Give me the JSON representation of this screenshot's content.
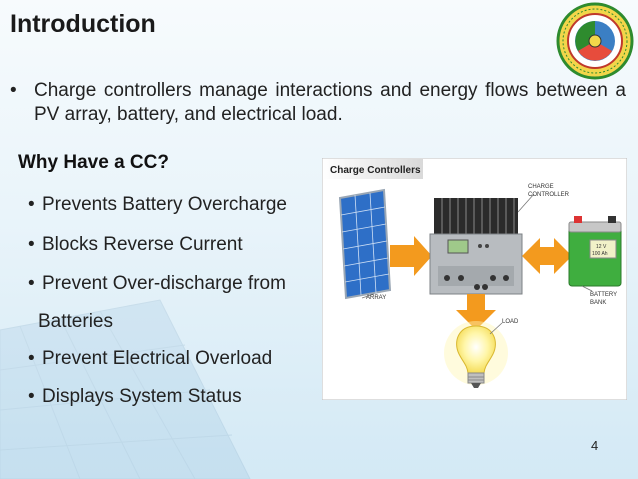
{
  "slide": {
    "title": "Introduction",
    "main_bullet": "Charge controllers manage interactions and energy flows between a PV array, battery, and electrical load.",
    "subheading": "Why Have a CC?",
    "reasons": [
      "Prevents Battery Overcharge",
      "Blocks Reverse Current",
      "Prevent Over-discharge from",
      "Batteries",
      "Prevent Electrical Overload",
      "Displays System Status"
    ],
    "page_number": "4",
    "bullet_char": "•"
  },
  "diagram": {
    "header": "Charge Controllers",
    "label_controller_line1": "CHARGE",
    "label_controller_line2": "CONTROLLER",
    "label_array": "ARRAY",
    "label_battery_line1": "BATTERY",
    "label_battery_line2": "BANK",
    "label_load": "LOAD",
    "battery_text_1": "12 V",
    "battery_text_2": "100 Ah"
  },
  "colors": {
    "arrow": "#f39a1e",
    "panel": "#2e6fc7",
    "battery": "#3fae3f"
  },
  "logo": {
    "icon": "university-seal-icon"
  }
}
